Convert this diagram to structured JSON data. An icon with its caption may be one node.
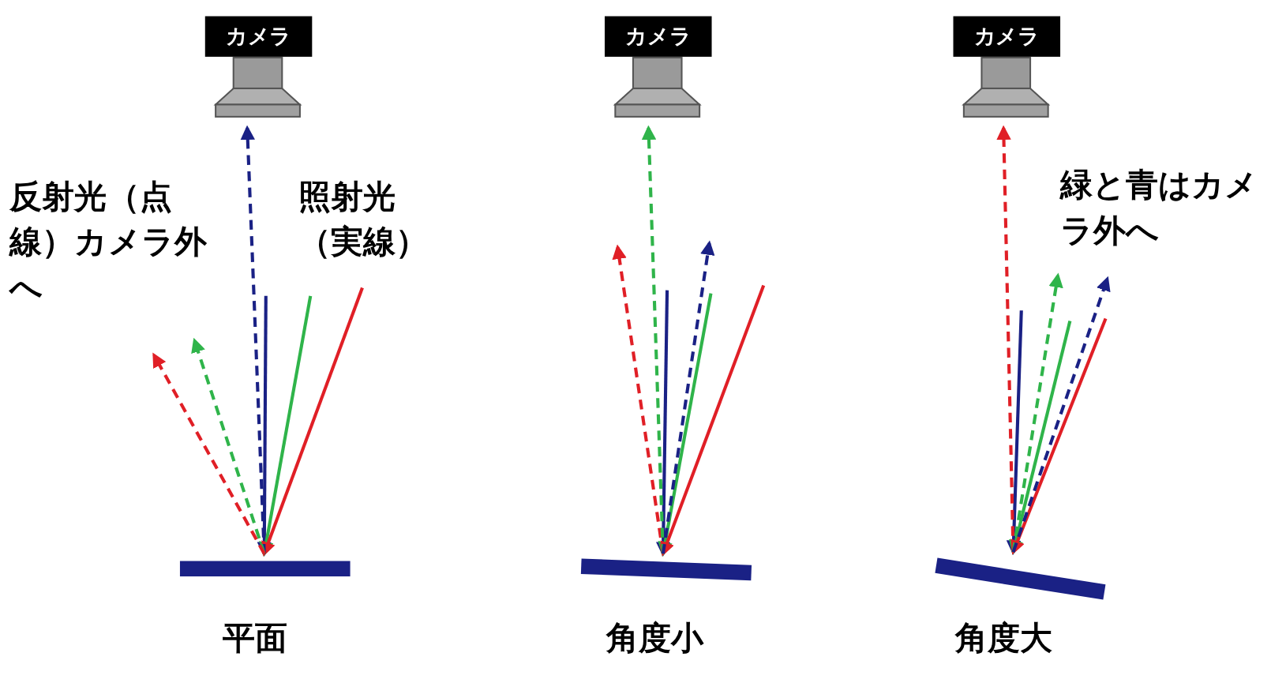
{
  "diagram": {
    "nodes": [
      {
        "text": [
          "カメラ"
        ]
      },
      {
        "text": [],
        "shape": "bar",
        "beside": [
          "平面"
        ]
      },
      {
        "text": [
          "カメラ"
        ]
      },
      {
        "text": [],
        "shape": "bar",
        "beside": [
          "角度小"
        ]
      },
      {
        "text": [
          "カメラ"
        ]
      },
      {
        "text": [],
        "shape": "bar",
        "beside": [
          "角度大"
        ]
      }
    ],
    "edges": [
      {
        "from": null,
        "to": 1,
        "arrow": "to",
        "color": "#1a2185"
      },
      {
        "from": null,
        "to": 1,
        "arrow": "to",
        "color": "#2fb44a"
      },
      {
        "from": null,
        "to": 1,
        "arrow": "to",
        "color": "#e01f26"
      },
      {
        "from": 1,
        "to": 0,
        "arrow": "to",
        "style": "dashed",
        "color": "#1a2185"
      },
      {
        "from": 1,
        "to": null,
        "arrow": "to",
        "style": "dashed",
        "color": "#2fb44a"
      },
      {
        "from": 1,
        "to": null,
        "arrow": "to",
        "style": "dashed",
        "color": "#e01f26"
      },
      {
        "from": null,
        "to": 3,
        "arrow": "to",
        "color": "#1a2185"
      },
      {
        "from": null,
        "to": 3,
        "arrow": "to",
        "color": "#2fb44a"
      },
      {
        "from": null,
        "to": 3,
        "arrow": "to",
        "color": "#e01f26"
      },
      {
        "from": 3,
        "to": null,
        "arrow": "to",
        "style": "dashed",
        "color": "#e01f26"
      },
      {
        "from": 3,
        "to": 2,
        "arrow": "to",
        "style": "dashed",
        "color": "#2fb44a"
      },
      {
        "from": 3,
        "to": null,
        "arrow": "to",
        "style": "dashed",
        "color": "#1a2185"
      },
      {
        "from": null,
        "to": 5,
        "arrow": "to",
        "color": "#1a2185"
      },
      {
        "from": null,
        "to": 5,
        "arrow": "to",
        "color": "#2fb44a"
      },
      {
        "from": null,
        "to": 5,
        "arrow": "to",
        "color": "#e01f26"
      },
      {
        "from": 5,
        "to": 4,
        "arrow": "to",
        "style": "dashed",
        "color": "#e01f26"
      },
      {
        "from": 5,
        "to": null,
        "arrow": "to",
        "style": "dashed",
        "color": "#2fb44a"
      },
      {
        "from": 5,
        "to": null,
        "arrow": "to",
        "style": "dashed",
        "color": "#1a2185"
      }
    ],
    "labels": [
      "反射光（点線）カメラ外へ",
      "照射光（実線）",
      "緑と青はカメラ外へ"
    ]
  }
}
